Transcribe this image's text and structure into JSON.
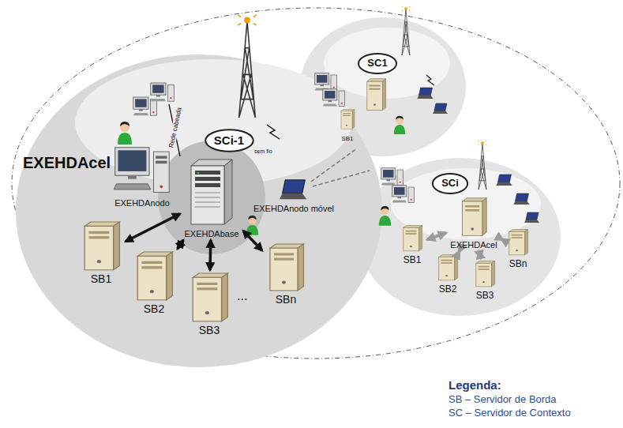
{
  "diagram": {
    "nodes": [
      {
        "text": [
          "EXEHDAcel"
        ]
      },
      {
        "text": [
          "SCi-1"
        ],
        "in": 0
      },
      {
        "text": [
          "EXEHDAnodo"
        ],
        "in": 0
      },
      {
        "text": [
          "EXEHDAbase"
        ],
        "in": 0
      },
      {
        "text": [
          "EXEHDAnodo móvel"
        ],
        "in": 0
      },
      {
        "text": [
          "SB1"
        ],
        "in": 0
      },
      {
        "text": [
          "SB2"
        ],
        "in": 0
      },
      {
        "text": [
          "SB3"
        ],
        "in": 0
      },
      {
        "text": [
          "SBn"
        ],
        "in": 0
      },
      {
        "text": [
          "SC1"
        ]
      },
      {
        "text": [
          "SB1"
        ]
      },
      {
        "text": [
          "SCi"
        ]
      },
      {
        "text": [
          "EXEHDAcel"
        ]
      },
      {
        "text": [
          "SB1"
        ]
      },
      {
        "text": [
          "SB2"
        ]
      },
      {
        "text": [
          "SB3"
        ]
      },
      {
        "text": [
          "SBn"
        ]
      }
    ],
    "edges": [
      {
        "from": 3,
        "to": 5,
        "arrow": "both"
      },
      {
        "from": 3,
        "to": 6,
        "arrow": "both"
      },
      {
        "from": 3,
        "to": 7,
        "arrow": "both"
      },
      {
        "from": 3,
        "to": 8,
        "arrow": "both"
      },
      {
        "from": 12,
        "to": 13,
        "arrow": "both"
      },
      {
        "from": 12,
        "to": 14,
        "arrow": "both"
      },
      {
        "from": 12,
        "to": 15,
        "arrow": "both"
      },
      {
        "from": 12,
        "to": 16,
        "arrow": "both"
      }
    ],
    "labels": [
      "Rede cabeada",
      "sem fio",
      "...",
      "Legenda:"
    ],
    "legend": [
      {
        "text": "SB – Servidor de Borda"
      },
      {
        "text": "SC – Servidor de Contexto"
      }
    ]
  }
}
